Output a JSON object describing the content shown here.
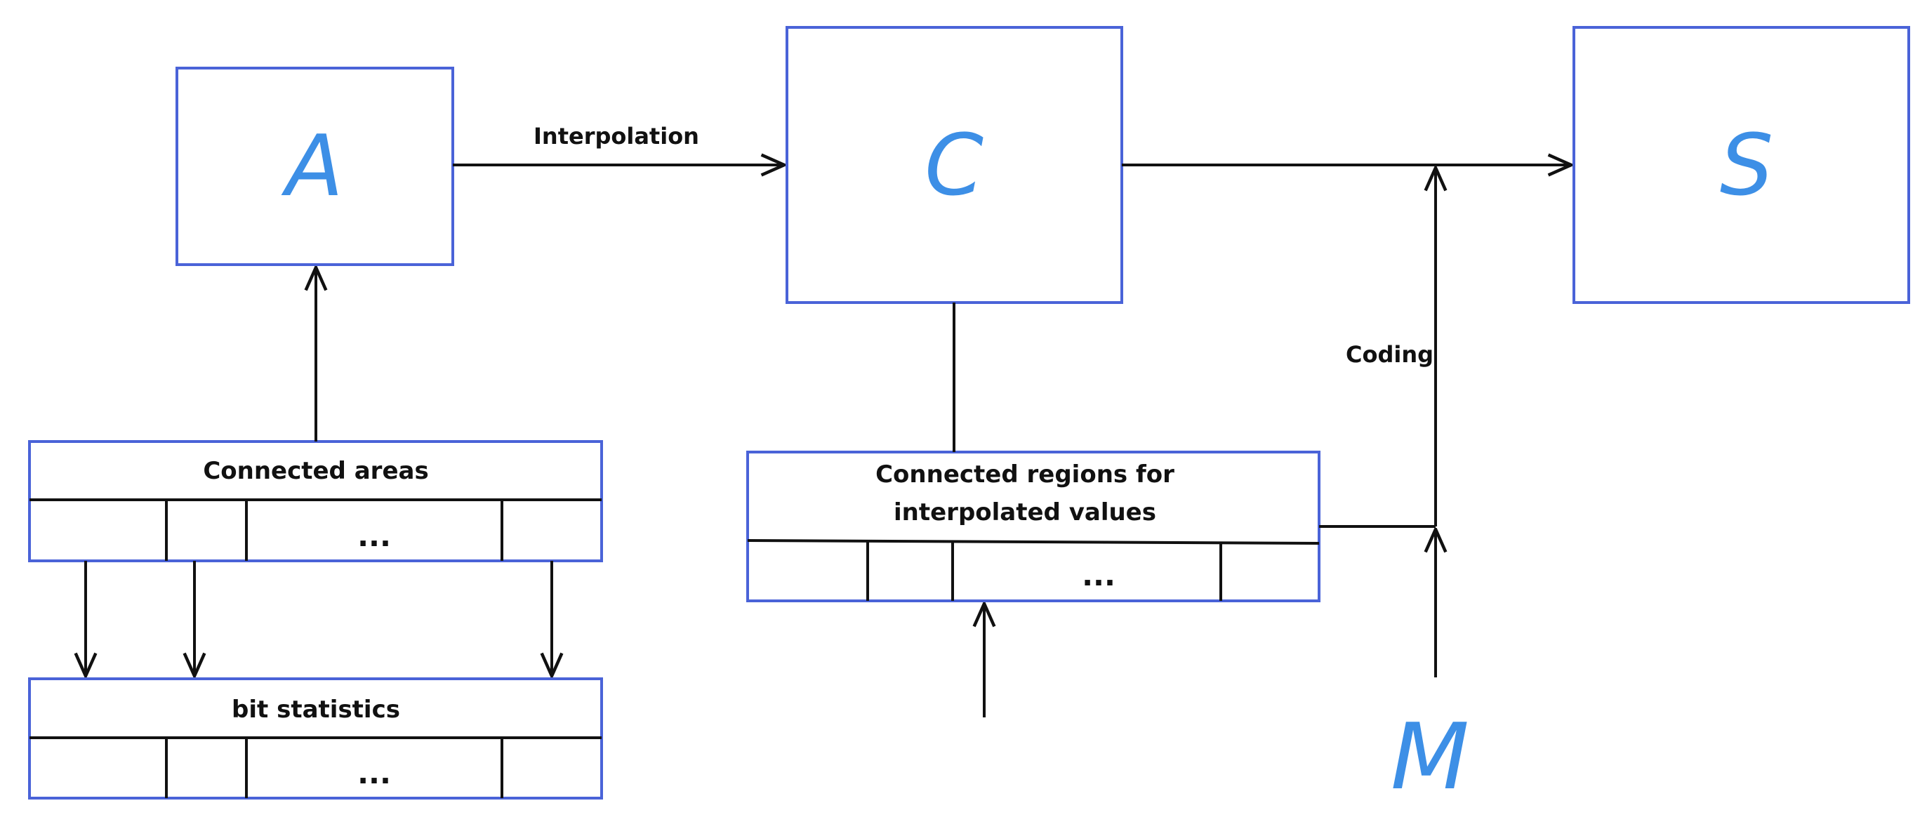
{
  "nodes": {
    "a": {
      "letter": "A"
    },
    "c": {
      "letter": "C"
    },
    "s": {
      "letter": "S"
    },
    "m": {
      "letter": "M"
    }
  },
  "tables": {
    "connected_areas": {
      "title": "Connected areas",
      "ellipsis": "..."
    },
    "bit_statistics": {
      "title": "bit statistics",
      "ellipsis": "..."
    },
    "connected_regions": {
      "title_line1": "Connected regions for",
      "title_line2": "interpolated values",
      "ellipsis": "..."
    }
  },
  "edges": {
    "interpolation": "Interpolation",
    "coding": "Coding"
  },
  "colors": {
    "box_border": "#4a63d8",
    "letter": "#3d8fe6",
    "line": "#111111"
  }
}
